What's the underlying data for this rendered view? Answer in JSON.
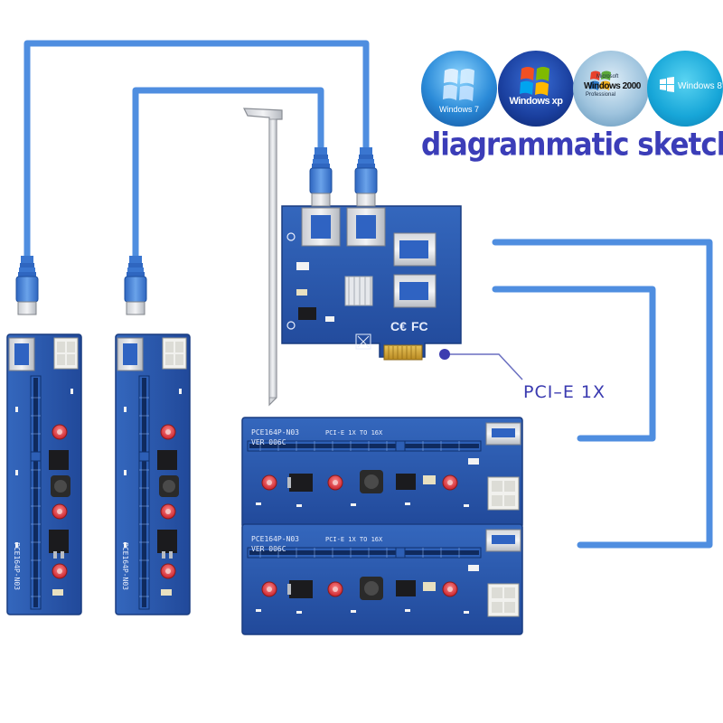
{
  "title": "diagrammatic sketch",
  "pcie_label": "PCI–E 1X",
  "os_logos": [
    {
      "name": "windows-7-logo",
      "caption": "Windows 7"
    },
    {
      "name": "windows-xp-logo",
      "caption": "Windows xp"
    },
    {
      "name": "windows-2000-logo",
      "caption_top": "Microsoft",
      "caption": "Windows 2000",
      "caption_sub": "Professional"
    },
    {
      "name": "windows-8-logo",
      "caption": "Windows 8"
    }
  ],
  "riser_board": {
    "model": "PCE164P-N03",
    "spec": "PCI-E 1X TO 16X",
    "version": "VER 006C"
  },
  "adapter_board": {
    "fc_mark": "FC"
  },
  "colors": {
    "cable": "#4f8ee0",
    "cable_dark": "#2e62b8",
    "pcb": "#2a56a8",
    "pcb_dark": "#1a3f86",
    "title": "#3b3db8"
  }
}
